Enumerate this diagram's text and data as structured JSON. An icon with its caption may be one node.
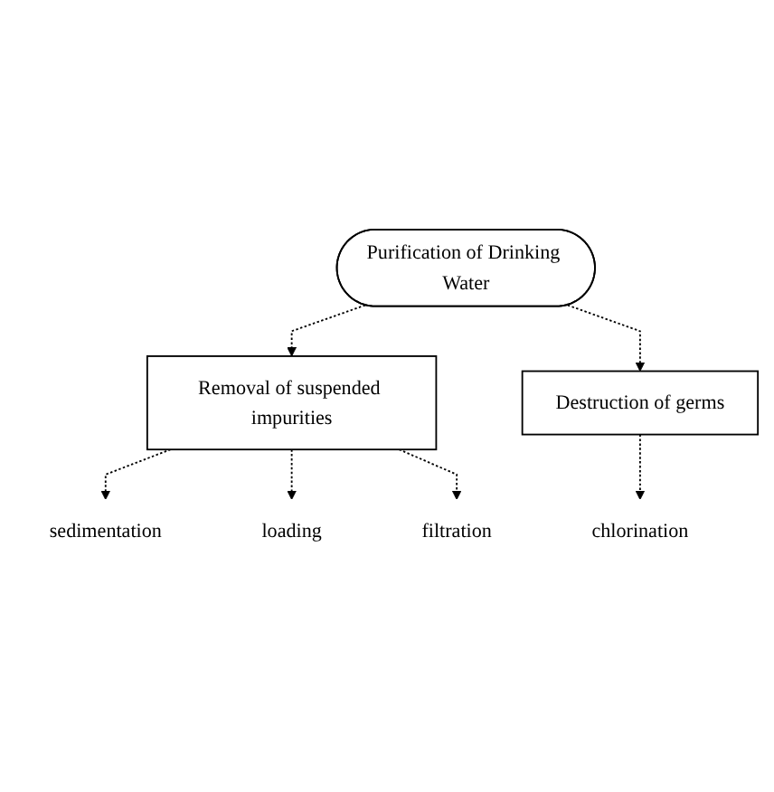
{
  "diagram": {
    "nodes": [
      {
        "text": [
          "Purification of Drinking Water"
        ]
      },
      {
        "text": [
          "Removal of suspended impurities"
        ]
      },
      {
        "text": [
          "Destruction of germs"
        ]
      },
      {
        "text": [
          "sedimentation"
        ]
      },
      {
        "text": [
          "loading"
        ]
      },
      {
        "text": [
          "filtration"
        ]
      },
      {
        "text": [
          "chlorination"
        ]
      }
    ],
    "edges": [
      {
        "from": 0,
        "to": 1,
        "arrow": "to",
        "style": "dashed"
      },
      {
        "from": 0,
        "to": 2,
        "arrow": "to",
        "style": "dashed"
      },
      {
        "from": 1,
        "to": 3,
        "arrow": "to",
        "style": "dashed"
      },
      {
        "from": 1,
        "to": 4,
        "arrow": "to",
        "style": "dashed"
      },
      {
        "from": 1,
        "to": 5,
        "arrow": "to",
        "style": "dashed"
      },
      {
        "from": 2,
        "to": 6,
        "arrow": "to",
        "style": "dashed"
      }
    ]
  }
}
